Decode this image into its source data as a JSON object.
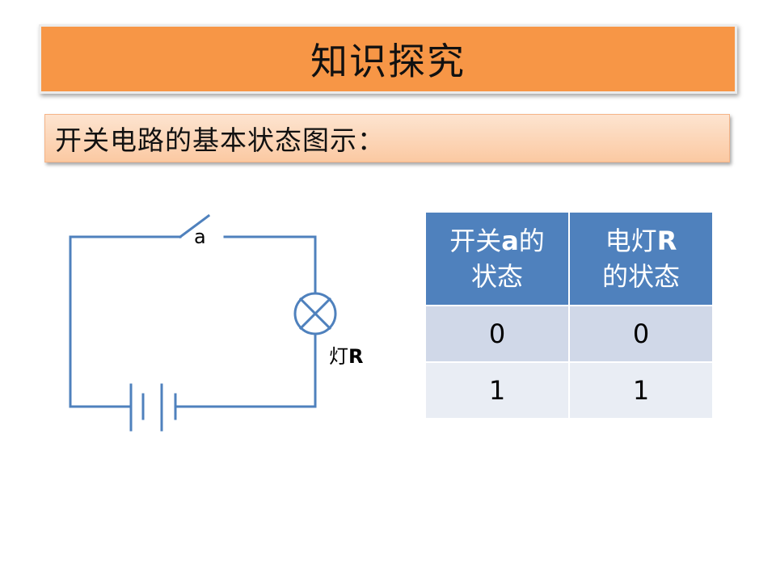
{
  "title": "知识探究",
  "subtitle": "开关电路的基本状态图示：",
  "circuit": {
    "switch_label": "a",
    "lamp_label_prefix": "灯",
    "lamp_label_bold": "R"
  },
  "table": {
    "headers": [
      {
        "line1_pre": "开关",
        "line1_bold": "a",
        "line1_post": "的",
        "line2_pre": "状态",
        "line2_bold": ""
      },
      {
        "line1_pre": "电灯",
        "line1_bold": "R",
        "line1_post": "",
        "line2_pre": "的状态",
        "line2_bold": ""
      }
    ],
    "rows": [
      [
        "0",
        "0"
      ],
      [
        "1",
        "1"
      ]
    ]
  },
  "colors": {
    "title_bg": "#f79646",
    "wire": "#4f81bd",
    "header_bg": "#4f81bd",
    "row_odd": "#d0d8e8",
    "row_even": "#e9edf4"
  }
}
